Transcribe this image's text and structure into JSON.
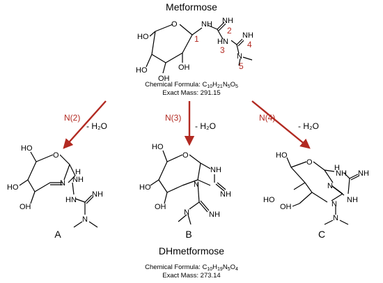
{
  "top": {
    "name": "Metformose",
    "formula_prefix": "Chemical Formula: ",
    "formula": [
      [
        "C",
        "10"
      ],
      [
        "H",
        "21"
      ],
      [
        "N",
        "5"
      ],
      [
        "O",
        "5"
      ]
    ],
    "mass_label": "Exact Mass: 291.15",
    "atom_numbers": [
      "1",
      "2",
      "3",
      "4",
      "5"
    ]
  },
  "arrows": [
    {
      "label": "N(2)",
      "loss": "- H₂O"
    },
    {
      "label": "N(3)",
      "loss": "- H₂O"
    },
    {
      "label": "N(4)",
      "loss": "- H₂O"
    }
  ],
  "products": {
    "labels": [
      "A",
      "B",
      "C"
    ],
    "name": "DHmetformose",
    "formula_prefix": "Chemical Formula: ",
    "formula": [
      [
        "C",
        "10"
      ],
      [
        "H",
        "19"
      ],
      [
        "N",
        "5"
      ],
      [
        "O",
        "4"
      ]
    ],
    "mass_label": "Exact Mass: 273.14"
  },
  "atoms": {
    "HO": "HO",
    "OH": "OH",
    "O": "O",
    "N": "N",
    "NH": "NH",
    "HN": "HN",
    "H": "H"
  },
  "colors": {
    "arrow": "#b22a22",
    "numbers": "#b22a22",
    "bonds": "#000000"
  }
}
